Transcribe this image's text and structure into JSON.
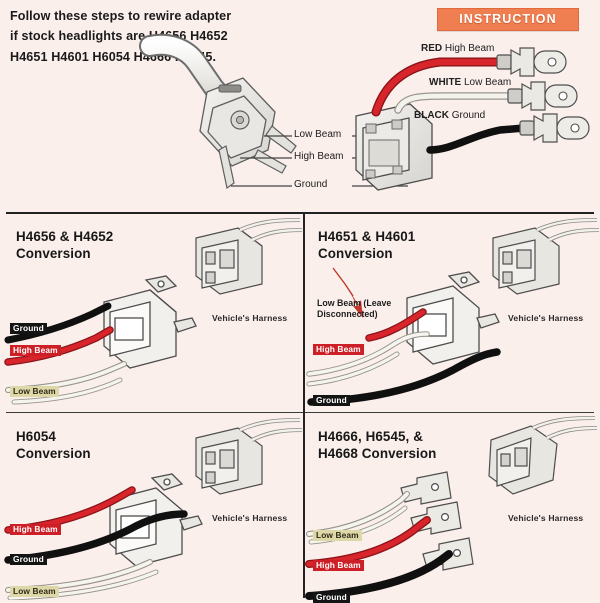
{
  "page": {
    "background_color": "#fbefec",
    "accent_color": "#ef7f51",
    "wire_red": "#cf1f26",
    "wire_black": "#141414",
    "wire_pale": "#ded7a8"
  },
  "header": {
    "intro_lines": [
      "Follow these steps to rewire adapter",
      "if stock headlights are H4656 H4652",
      "H4651 H4601 H6054 H4666 H6545."
    ],
    "badge_label": "INSTRUCTION"
  },
  "top_diagram": {
    "plug_callouts": [
      {
        "label": "Low Beam"
      },
      {
        "label": "High Beam"
      },
      {
        "label": "Ground"
      }
    ],
    "lead_wires": [
      {
        "color_name": "RED",
        "function": "High Beam"
      },
      {
        "color_name": "WHITE",
        "function": "Low Beam"
      },
      {
        "color_name": "BLACK",
        "function": "Ground"
      }
    ]
  },
  "quadrants": [
    {
      "id": "h4656-h4652",
      "title_lines": [
        "H4656 & H4652",
        "Conversion"
      ],
      "harness_label": "Vehicle's Harness",
      "wires": [
        {
          "label": "Ground",
          "style": "black"
        },
        {
          "label": "High Beam",
          "style": "red"
        },
        {
          "label": "Low Beam",
          "style": "pale"
        }
      ],
      "notes": []
    },
    {
      "id": "h4651-h4601",
      "title_lines": [
        "H4651 & H4601",
        "Conversion"
      ],
      "harness_label": "Vehicle's Harness",
      "wires": [
        {
          "label": "High Beam",
          "style": "red"
        },
        {
          "label": "Ground",
          "style": "black"
        }
      ],
      "notes": [
        {
          "text_lines": [
            "Low Beam (Leave",
            "Disconnected)"
          ]
        }
      ]
    },
    {
      "id": "h6054",
      "title_lines": [
        "H6054",
        "Conversion"
      ],
      "harness_label": "Vehicle's Harness",
      "wires": [
        {
          "label": "High Beam",
          "style": "red"
        },
        {
          "label": "Ground",
          "style": "black"
        },
        {
          "label": "Low Beam",
          "style": "pale"
        }
      ],
      "notes": []
    },
    {
      "id": "h4666-h6545-h4668",
      "title_lines": [
        "H4666, H6545, &",
        "H4668 Conversion"
      ],
      "harness_label": "Vehicle's Harness",
      "wires": [
        {
          "label": "Low Beam",
          "style": "pale"
        },
        {
          "label": "High Beam",
          "style": "red"
        },
        {
          "label": "Ground",
          "style": "black"
        }
      ],
      "notes": []
    }
  ]
}
